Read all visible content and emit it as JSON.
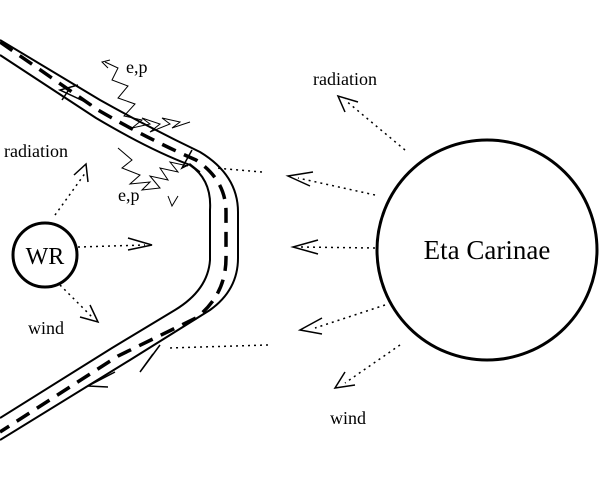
{
  "diagram": {
    "stars": {
      "wr": {
        "label": "WR"
      },
      "eta": {
        "label": "Eta Carinae"
      }
    },
    "labels": {
      "radiation_left": "radiation",
      "radiation_right": "radiation",
      "wind_left": "wind",
      "wind_right": "wind",
      "particles_top": "e,p",
      "particles_bottom": "e,p"
    },
    "colors": {
      "line": "#000000",
      "background": "#ffffff"
    }
  }
}
